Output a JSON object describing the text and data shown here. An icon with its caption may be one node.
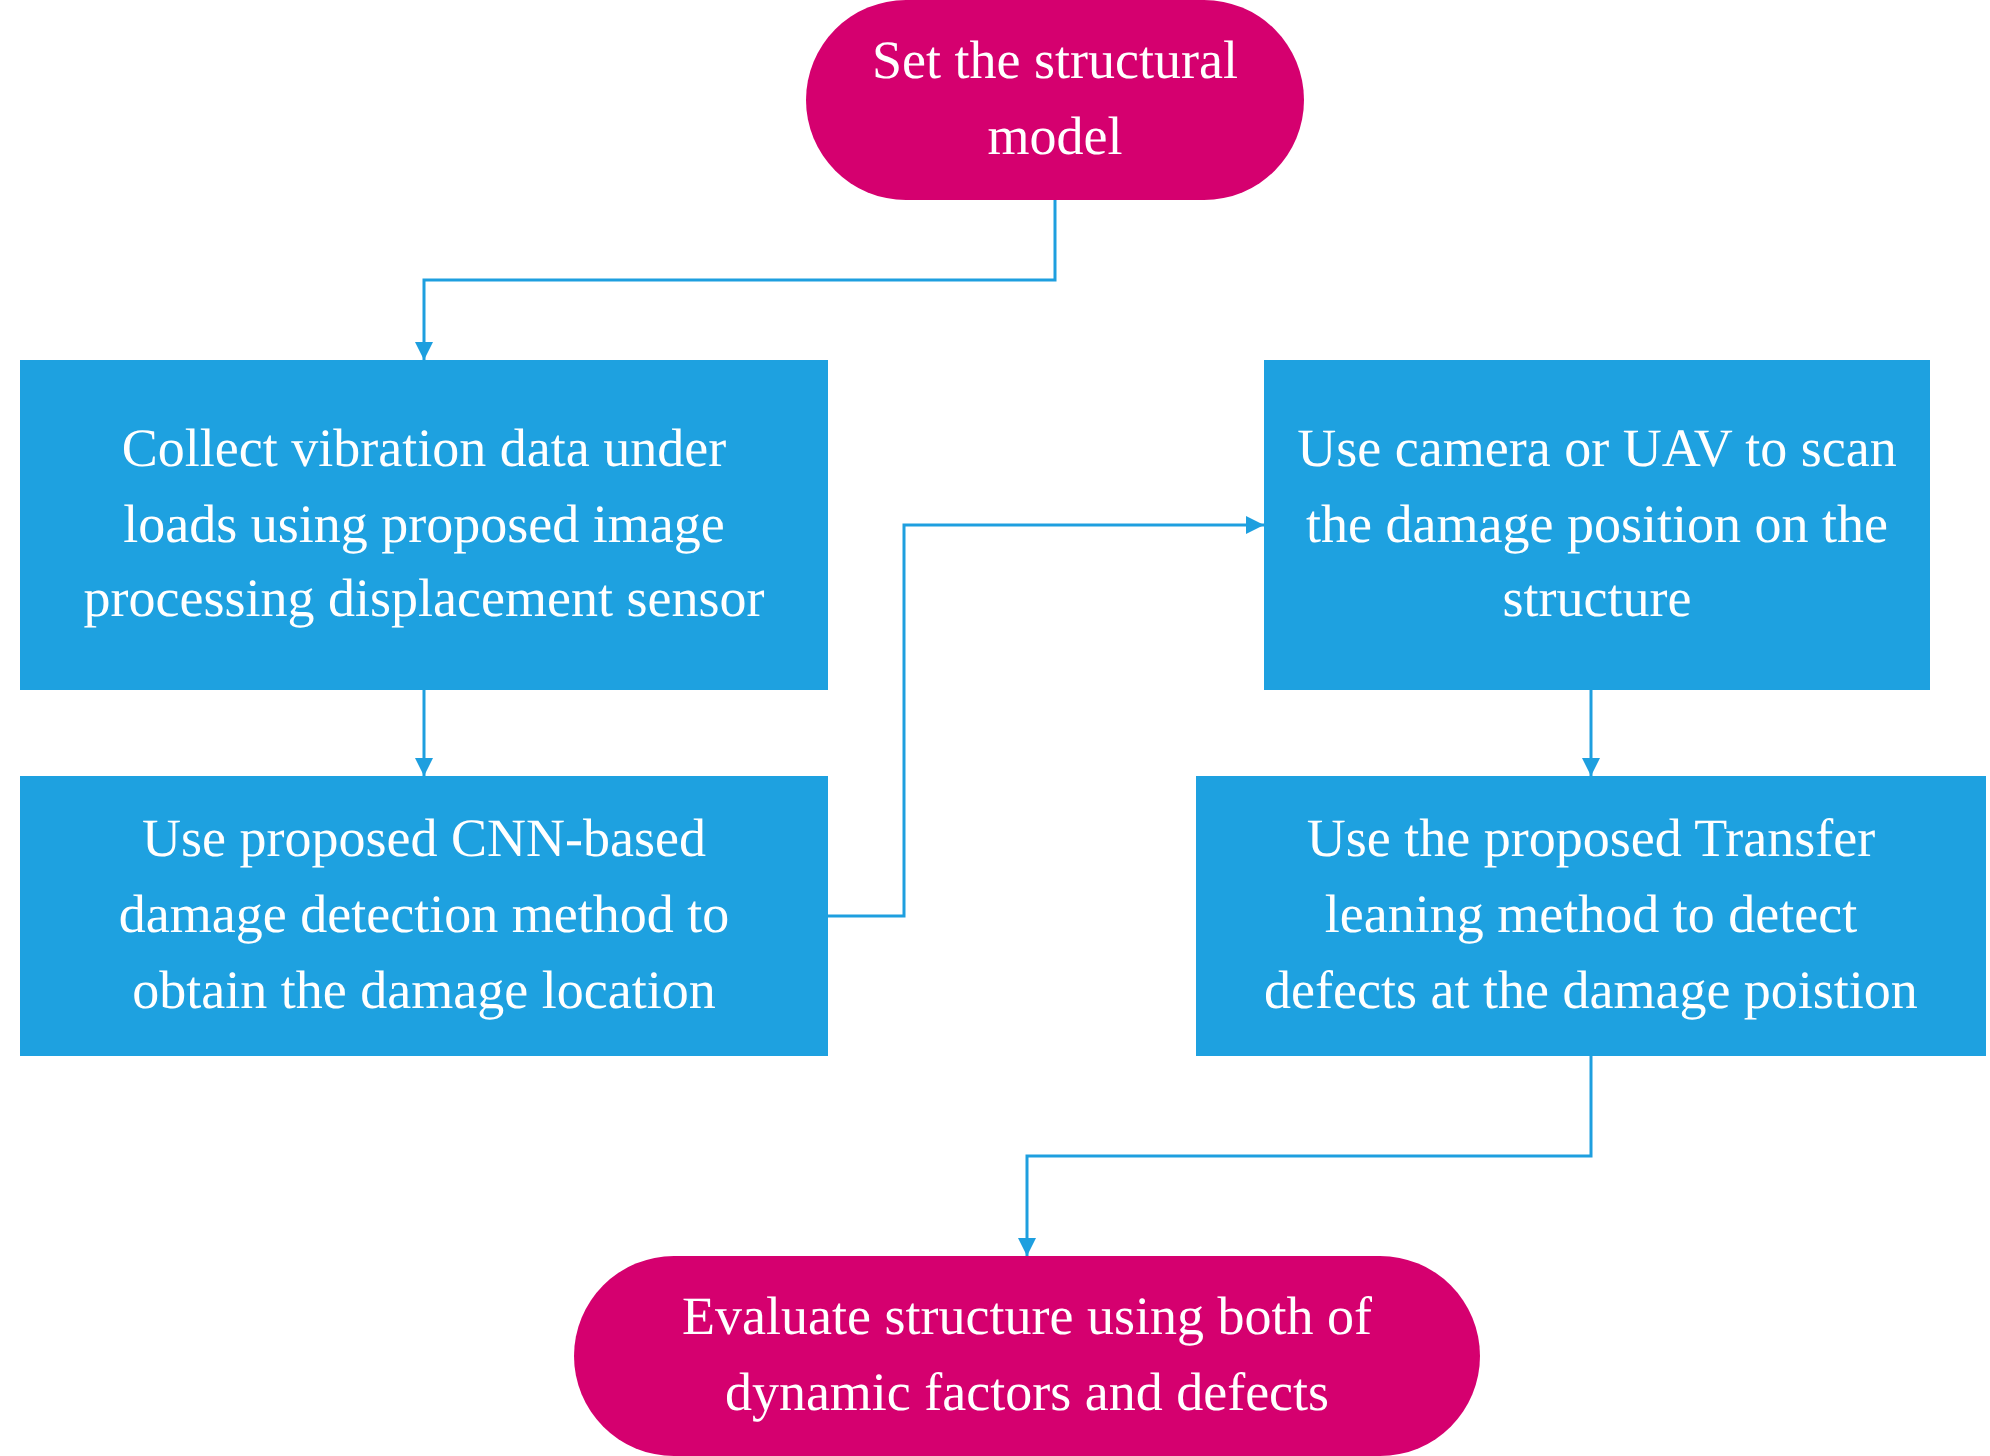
{
  "diagram": {
    "nodes": [
      {
        "text": [
          "Set the structural model"
        ]
      },
      {
        "text": [
          "Collect vibration data under loads using proposed image processing displacement sensor"
        ]
      },
      {
        "text": [
          "Use proposed CNN-based damage detection method to obtain the damage location"
        ]
      },
      {
        "text": [
          "Use camera or UAV to scan the damage position on the structure"
        ]
      },
      {
        "text": [
          "Use the proposed Transfer leaning method to detect defects at the damage poistion"
        ]
      },
      {
        "text": [
          "Evaluate structure using both of dynamic factors and defects"
        ]
      }
    ],
    "edges": [
      {
        "from": 0,
        "to": 1,
        "arrow": "to"
      },
      {
        "from": 1,
        "to": 2,
        "arrow": "to"
      },
      {
        "from": 2,
        "to": 3,
        "arrow": "to"
      },
      {
        "from": 3,
        "to": 4,
        "arrow": "to"
      },
      {
        "from": 4,
        "to": 5,
        "arrow": "to"
      }
    ]
  }
}
